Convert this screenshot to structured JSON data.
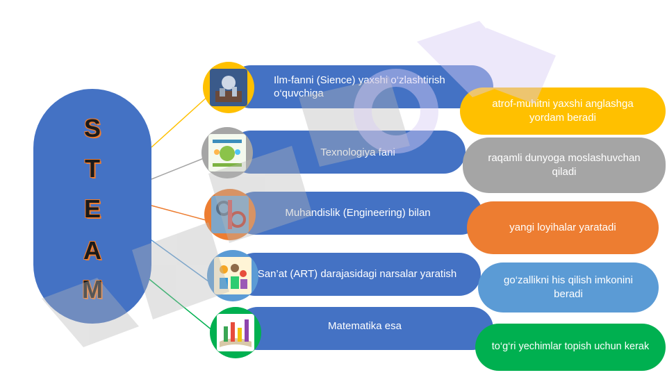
{
  "steam_letters": [
    "S",
    "T",
    "E",
    "A",
    "M"
  ],
  "rows": [
    {
      "subject": "Ilm-fanni  (Sience)  yaxshi  o‘zlashtirish o‘quvchiga",
      "benefit": "atrof-muhitni yaxshi anglashga yordam beradi",
      "color": "#ffc000",
      "icon": "science-picture-icon"
    },
    {
      "subject": "Texnologiya fani",
      "benefit": "raqamli dunyoga moslashuvchan qiladi",
      "color": "#a5a5a5",
      "icon": "technology-picture-icon"
    },
    {
      "subject": "Muhandislik (Engineering) bilan",
      "benefit": "yangi loyihalar yaratadi",
      "color": "#ed7d31",
      "icon": "engineering-picture-icon"
    },
    {
      "subject": "San’at (ART) darajasidagi narsalar yaratish",
      "benefit": "go‘zallikni his qilish imkonini beradi",
      "color": "#5b9bd5",
      "icon": "art-picture-icon"
    },
    {
      "subject": "Matematika esa",
      "benefit": "to‘g‘ri yechimlar topish uchun kerak",
      "color": "#00b050",
      "icon": "math-picture-icon"
    }
  ],
  "colors": {
    "primary_blue": "#4472c4",
    "watermark_gray": "#d0d0d0",
    "watermark_purple": "#e4dcf7"
  }
}
